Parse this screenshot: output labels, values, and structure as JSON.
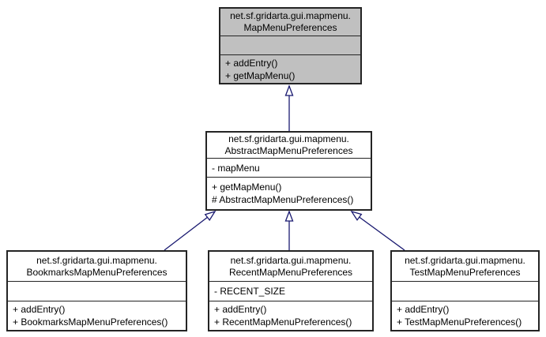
{
  "diagram": {
    "kind": "uml-class-inheritance-graph",
    "colors": {
      "edge": "#191970",
      "highlight_node_fill": "#c0c0c0",
      "node_fill": "#ffffff",
      "node_border": "#242424",
      "background": "#ffffff"
    }
  },
  "classes": [
    {
      "id": "MapMenuPreferences",
      "title": [
        "net.sf.gridarta.gui.mapmenu.",
        "MapMenuPreferences"
      ],
      "attributes": [],
      "methods": [
        "+ addEntry()",
        "+ getMapMenu()"
      ],
      "highlighted": true
    },
    {
      "id": "AbstractMapMenuPreferences",
      "title": [
        "net.sf.gridarta.gui.mapmenu.",
        "AbstractMapMenuPreferences"
      ],
      "attributes": [
        "- mapMenu"
      ],
      "methods": [
        "+ getMapMenu()",
        "# AbstractMapMenuPreferences()"
      ],
      "highlighted": false
    },
    {
      "id": "BookmarksMapMenuPreferences",
      "title": [
        "net.sf.gridarta.gui.mapmenu.",
        "BookmarksMapMenuPreferences"
      ],
      "attributes": [],
      "methods": [
        "+ addEntry()",
        "+ BookmarksMapMenuPreferences()"
      ],
      "highlighted": false
    },
    {
      "id": "RecentMapMenuPreferences",
      "title": [
        "net.sf.gridarta.gui.mapmenu.",
        "RecentMapMenuPreferences"
      ],
      "attributes": [
        "- RECENT_SIZE"
      ],
      "methods": [
        "+ addEntry()",
        "+ RecentMapMenuPreferences()"
      ],
      "highlighted": false
    },
    {
      "id": "TestMapMenuPreferences",
      "title": [
        "net.sf.gridarta.gui.mapmenu.",
        "TestMapMenuPreferences"
      ],
      "attributes": [],
      "methods": [
        "+ addEntry()",
        "+ TestMapMenuPreferences()"
      ],
      "highlighted": false
    }
  ],
  "edges": [
    {
      "from": "AbstractMapMenuPreferences",
      "to": "MapMenuPreferences",
      "type": "inheritance"
    },
    {
      "from": "BookmarksMapMenuPreferences",
      "to": "AbstractMapMenuPreferences",
      "type": "inheritance"
    },
    {
      "from": "RecentMapMenuPreferences",
      "to": "AbstractMapMenuPreferences",
      "type": "inheritance"
    },
    {
      "from": "TestMapMenuPreferences",
      "to": "AbstractMapMenuPreferences",
      "type": "inheritance"
    }
  ]
}
